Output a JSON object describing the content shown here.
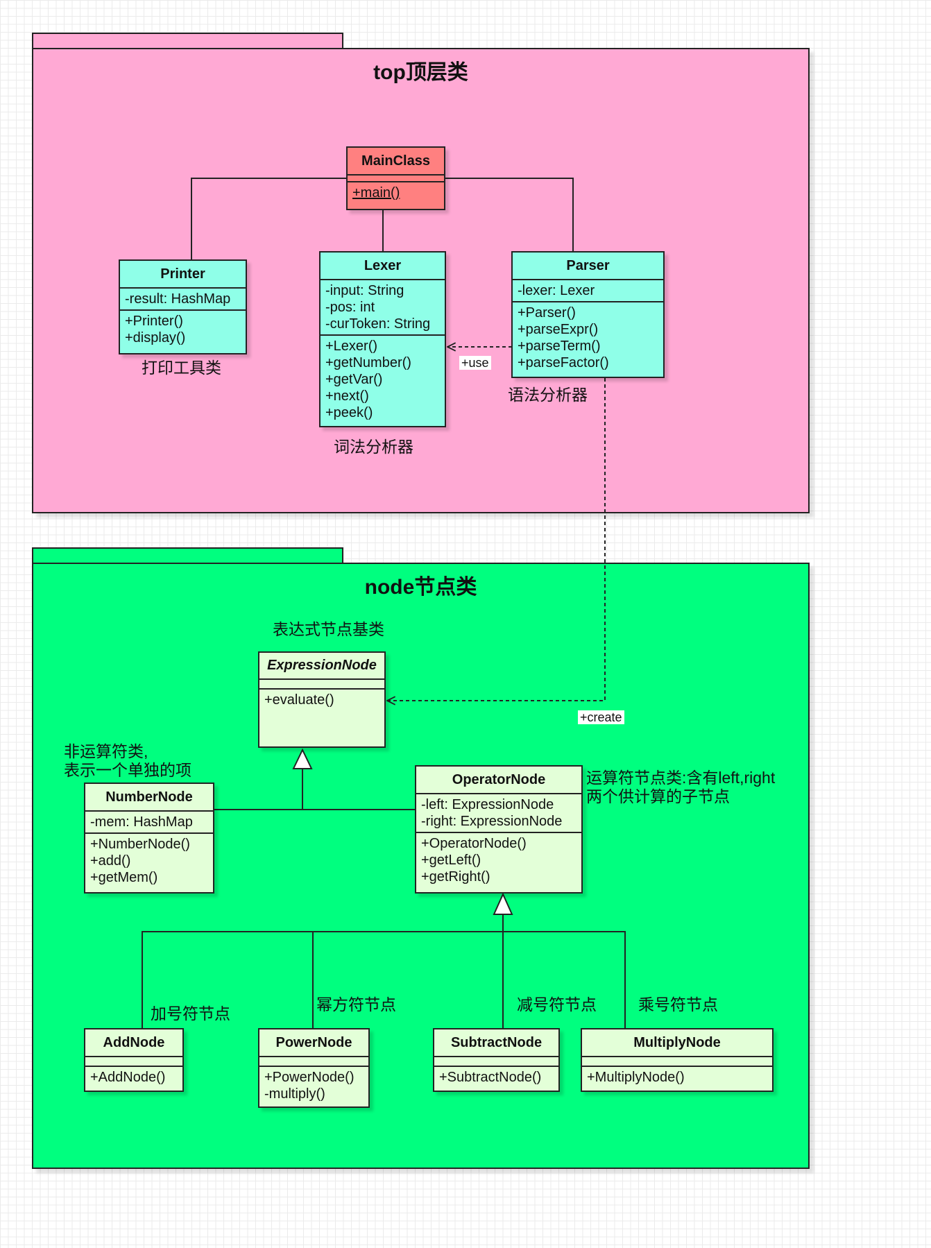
{
  "colors": {
    "top_package": "#ffa9d4",
    "node_package": "#00ff7f",
    "main_class": "#ff8080",
    "top_class": "#8fffe8",
    "node_class": "#e3ffd8"
  },
  "top_package": {
    "title": "top顶层类"
  },
  "node_package": {
    "title": "node节点类"
  },
  "classes": {
    "main": {
      "name": "MainClass",
      "methods": [
        "+main()"
      ]
    },
    "printer": {
      "name": "Printer",
      "attributes": [
        "-result: HashMap"
      ],
      "methods": [
        "+Printer()",
        "+display()"
      ]
    },
    "lexer": {
      "name": "Lexer",
      "attributes": [
        "-input: String",
        "-pos: int",
        "-curToken: String"
      ],
      "methods": [
        "+Lexer()",
        "+getNumber()",
        "+getVar()",
        "+next()",
        "+peek()"
      ]
    },
    "parser": {
      "name": "Parser",
      "attributes": [
        "-lexer: Lexer"
      ],
      "methods": [
        "+Parser()",
        "+parseExpr()",
        "+parseTerm()",
        "+parseFactor()"
      ]
    },
    "expression": {
      "name": "ExpressionNode",
      "methods": [
        "+evaluate()"
      ]
    },
    "number": {
      "name": "NumberNode",
      "attributes": [
        "-mem: HashMap"
      ],
      "methods": [
        "+NumberNode()",
        "+add()",
        "+getMem()"
      ]
    },
    "operator": {
      "name": "OperatorNode",
      "attributes": [
        "-left: ExpressionNode",
        "-right: ExpressionNode"
      ],
      "methods": [
        "+OperatorNode()",
        "+getLeft()",
        "+getRight()"
      ]
    },
    "add": {
      "name": "AddNode",
      "methods": [
        "+AddNode()"
      ]
    },
    "power": {
      "name": "PowerNode",
      "methods": [
        "+PowerNode()",
        "-multiply()"
      ]
    },
    "subtract": {
      "name": "SubtractNode",
      "methods": [
        "+SubtractNode()"
      ]
    },
    "multiply": {
      "name": "MultiplyNode",
      "methods": [
        "+MultiplyNode()"
      ]
    }
  },
  "notes": {
    "printer": "打印工具类",
    "lexer": "词法分析器",
    "parser": "语法分析器",
    "expression": "表达式节点基类",
    "number_line1": "非运算符类,",
    "number_line2": "表示一个单独的项",
    "operator_line1": "运算符节点类:含有left,right",
    "operator_line2": "两个供计算的子节点",
    "add": "加号符节点",
    "power": "幂方符节点",
    "subtract": "减号符节点",
    "multiply": "乘号符节点"
  },
  "edge_labels": {
    "use": "+use",
    "create": "+create"
  }
}
